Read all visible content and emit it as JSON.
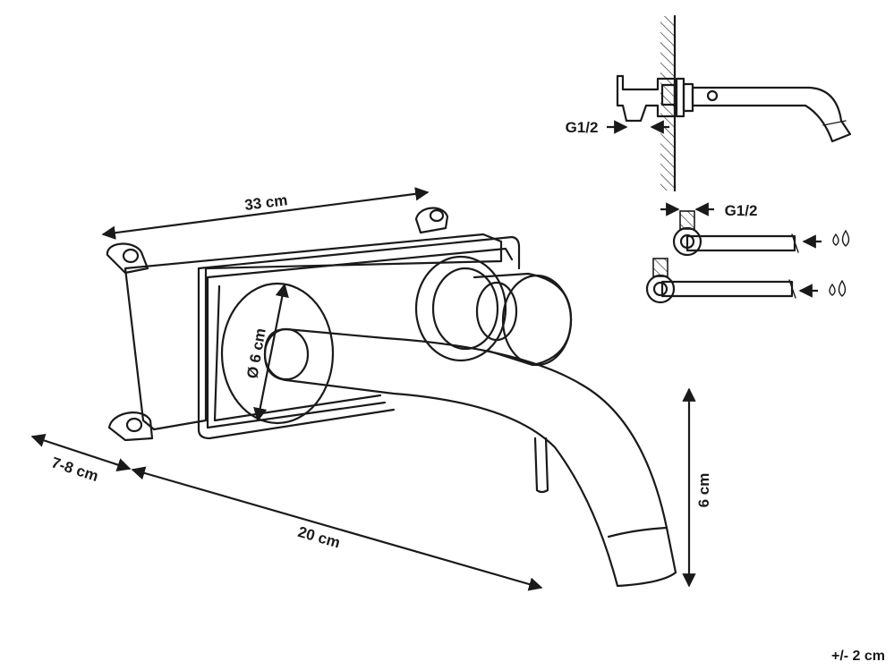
{
  "dimensions": {
    "width_33": "33 cm",
    "depth_78": "7-8 cm",
    "spout_20": "20 cm",
    "diameter_6": "Ø 6 cm",
    "height_6": "6 cm"
  },
  "connections": {
    "thread_side": "G1/2",
    "thread_top": "G1/2"
  },
  "tolerance": "+/- 2 cm"
}
